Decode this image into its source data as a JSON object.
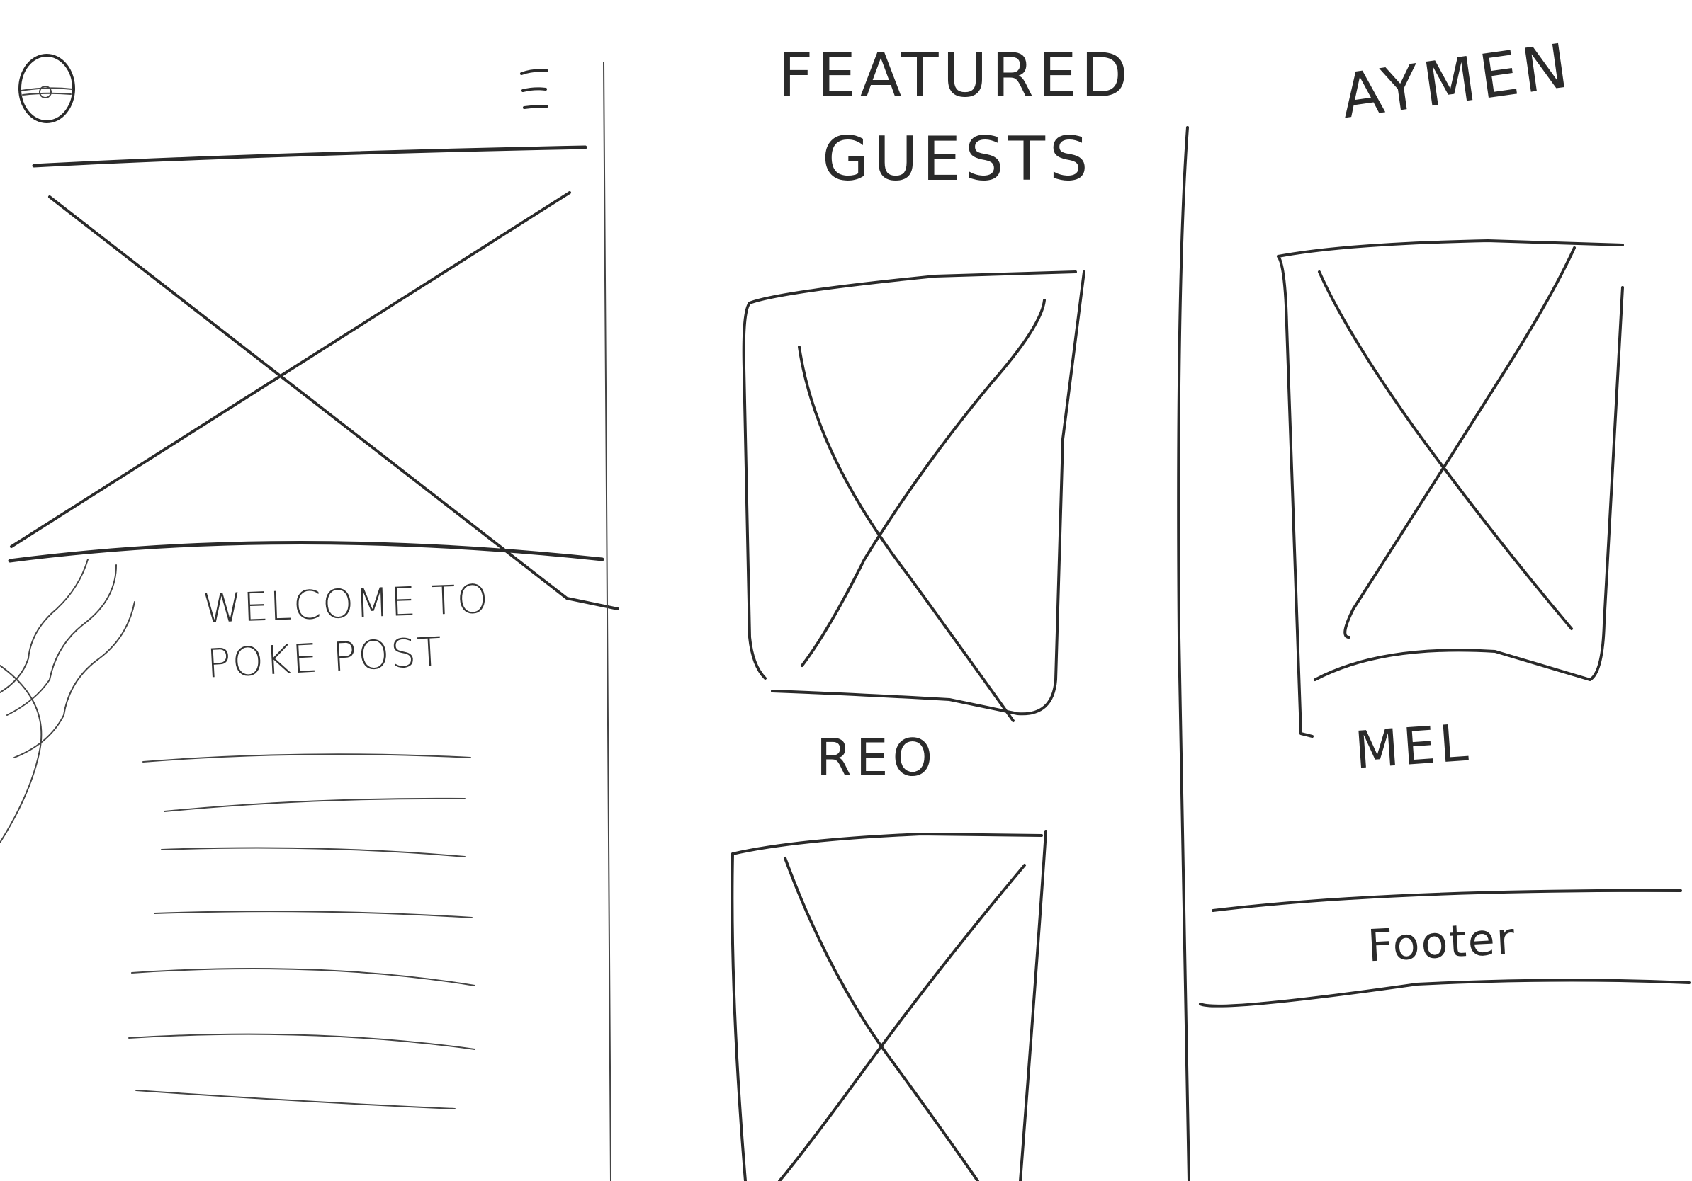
{
  "headings": {
    "featured_line1": "FEATURED",
    "featured_line2": "GUESTS",
    "aymen": "AYMEN"
  },
  "welcome": {
    "line1": "WELCOME TO",
    "line2": "POKE POST"
  },
  "guests": {
    "reo": "REO",
    "mel": "MEL"
  },
  "footer": {
    "label": "Footer"
  },
  "icons": {
    "logo": "pokeball-icon",
    "menu": "hamburger-menu-icon"
  }
}
